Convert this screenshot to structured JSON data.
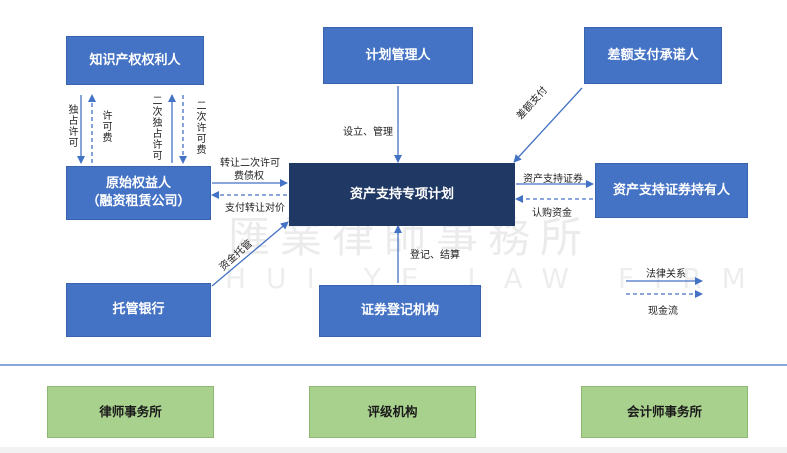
{
  "watermark": {
    "cn": "匯業律師事務所",
    "en": "HUI YE LAW FIRM"
  },
  "nodes": {
    "ip_owner": "知识产权权利人",
    "plan_manager": "计划管理人",
    "guarantor": "差额支付承诺人",
    "original_owner_line1": "原始权益人",
    "original_owner_line2": "（融资租赁公司）",
    "spv": "资产支持专项计划",
    "holders": "资产支持证券持有人",
    "custodian": "托管银行",
    "registry": "证券登记机构"
  },
  "edges": {
    "exclusive_license": "独占许可",
    "license_fee": "许可费",
    "sub_exclusive_license": "二次独占许可",
    "sub_license_fee": "二次许可费",
    "transfer_line1": "转让二次许可",
    "transfer_line2": "费债权",
    "pay_price": "支付转让对价",
    "setup_manage": "设立、管理",
    "diff_payment": "差额支付",
    "abs_securities": "资产支持证券",
    "subscribe_funds": "认购资金",
    "register_settle": "登记、结算",
    "fund_custody": "资金托管"
  },
  "legend": {
    "legal": "法律关系",
    "cash": "现金流"
  },
  "service_providers": [
    "律师事务所",
    "评级机构",
    "会计师事务所"
  ],
  "colors": {
    "node": "#4472c4",
    "spv": "#1f3864",
    "provider": "#a9d18e",
    "arrow": "#4472c4",
    "separator": "#4472c4"
  }
}
